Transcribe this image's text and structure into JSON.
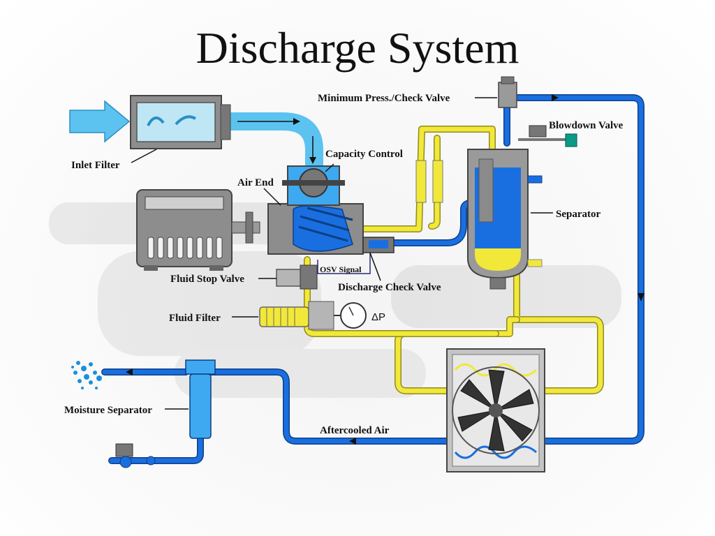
{
  "title": "Discharge System",
  "labels": {
    "inlet_filter": "Inlet Filter",
    "capacity_control": "Capacity Control",
    "air_end": "Air End",
    "minimum_press_check_valve": "Minimum Press./Check Valve",
    "blowdown_valve": "Blowdown Valve",
    "separator": "Separator",
    "osv_signal": "OSV Signal",
    "fluid_stop_valve": "Fluid Stop Valve",
    "discharge_check_valve": "Discharge Check Valve",
    "fluid_filter": "Fluid Filter",
    "delta_p": "ΔP",
    "moisture_separator": "Moisture Separator",
    "aftercooled_air": "Aftercooled Air"
  },
  "colors": {
    "air_pipe": "#1a6fe0",
    "fluid_pipe": "#f2e83a",
    "inlet_air": "#5cc3f0",
    "equipment": "#8d8d8d"
  }
}
